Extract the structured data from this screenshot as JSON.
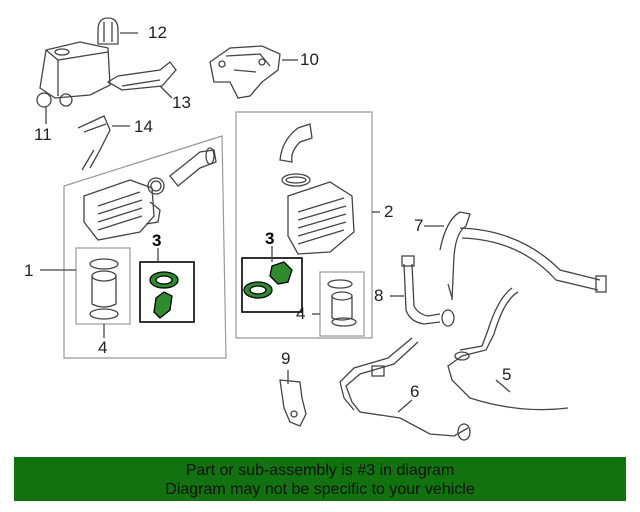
{
  "callouts": {
    "c1": "1",
    "c2": "2",
    "c3a": "3",
    "c3b": "3",
    "c4a": "4",
    "c4b": "4",
    "c5": "5",
    "c6": "6",
    "c7": "7",
    "c8": "8",
    "c9": "9",
    "c10": "10",
    "c11": "11",
    "c12": "12",
    "c13": "13",
    "c14": "14"
  },
  "footer": {
    "line1": "Part or sub-assembly is #3 in diagram",
    "line2": "Diagram may not be specific to your vehicle"
  },
  "colors": {
    "footer_bg": "#11720f",
    "highlight_part": "#2e8b2e",
    "line": "#444444",
    "box": "#999999"
  }
}
